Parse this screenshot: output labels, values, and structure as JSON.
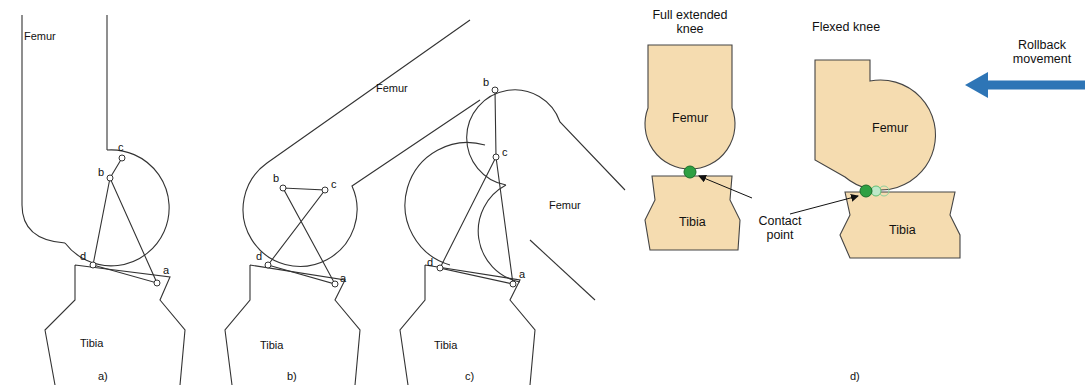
{
  "diagram": {
    "labels": [
      "Femur",
      "Tibia",
      "a",
      "b",
      "c",
      "d",
      "a)",
      "Femur",
      "Tibia",
      "a",
      "b",
      "c",
      "d",
      "b)",
      "Femur",
      "Tibia",
      "a",
      "b",
      "c",
      "d",
      "c)",
      "Full extended knee",
      "Flexed knee",
      "Femur",
      "Tibia",
      "Femur",
      "Tibia",
      "Rollback movement",
      "Contact point",
      "d)"
    ]
  }
}
